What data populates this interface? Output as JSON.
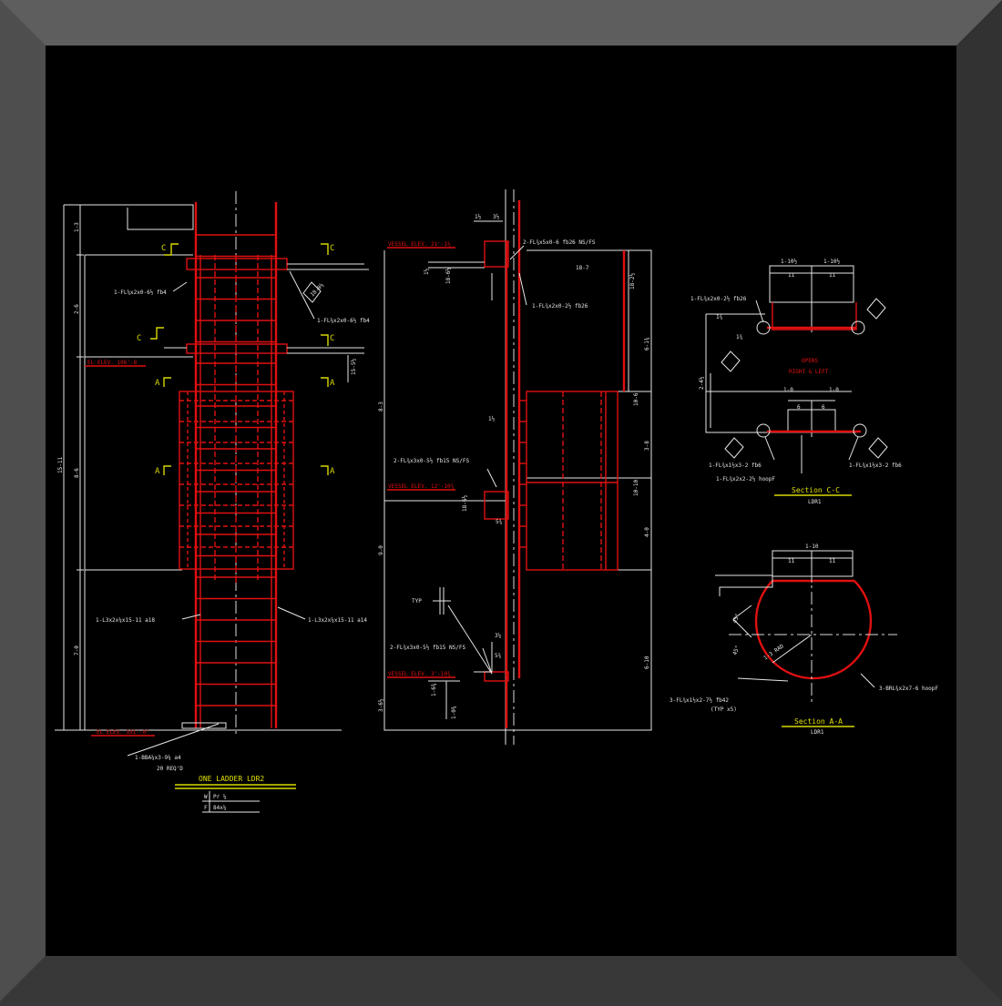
{
  "colors": {
    "frame_light": "#5a5a5a",
    "frame_dark": "#2f2f2f",
    "bg": "#000000",
    "red": "#e01010",
    "white": "#e6e6e6",
    "yellow": "#d8d800"
  },
  "elevation": {
    "elev_top": "EL ELEV. 106'-8",
    "elev_bottom": "EL ELEV. 101'-0\"",
    "dims_left": [
      "1-3",
      "2-6",
      "15-11",
      "8-6",
      "7-0"
    ],
    "dim_small": "15-5½",
    "sec_c": "C",
    "sec_a": "A",
    "note_1": "1-FL¼x2x0-6½ fb4",
    "note_2": "1-FL¼x2x0-6½ fb4",
    "note_3": "1-L3x2x¼x15-11 a18",
    "note_4": "1-L3x2x¼x15-11 a14",
    "note_5": "1-BBA¼x3-9¼ a4",
    "note_6": "20 REQ'D",
    "dim_tag": "18-0½",
    "title": "ONE LADDER LDR2",
    "tb_r1a": "W",
    "tb_r1b": "Pr ¼",
    "tb_r2a": "F",
    "tb_r2b": "84x¼"
  },
  "side": {
    "elev_1": "VESSEL ELEV. 21'-1½",
    "elev_2": "VESSEL ELEV. 12'-10¾",
    "elev_3": "VESSEL ELEV. 3'-10¾",
    "note_a": "2-FL¾x5x0-6 fb26 NS/FS",
    "note_b": "1-FL¾x2x0-2½ fb26",
    "note_c": "2-FL¾x3x0-5½ fb15 NS/FS",
    "note_d": "2-FL¾x3x0-5½ fb15 NS/FS",
    "typ": "TYP",
    "dims_left": [
      "8-3",
      "9-0",
      "3-6½"
    ],
    "dims_right": [
      "18-2½",
      "6-1¾",
      "10-6",
      "3-8",
      "10-10",
      "4-0",
      "6-10"
    ],
    "d_top": [
      "1½",
      "3½",
      "18-7",
      "1½",
      "18-6½"
    ],
    "d_mid": [
      "1½",
      "18-6½",
      "5¾"
    ],
    "d_low": [
      "3¼",
      "5¾",
      "1-6¾",
      "1-0¾"
    ]
  },
  "section_c": {
    "top_dims": [
      "1-10½",
      "1-10½",
      "11",
      "11"
    ],
    "note_1": "1-FL¾x2x0-2½ fb26",
    "tag_1": "1¾",
    "tag_2": "1¾",
    "tag_3": "2-4½",
    "open_1": "OPENS",
    "open_2": "RIGHT & LEFT",
    "mid_dims": [
      "1-0",
      "1-0",
      "6",
      "6"
    ],
    "note_2": "1-FL¾x1½x3-2 fb6",
    "note_3": "1-FL¾x2x2-2½ hoopF",
    "note_4": "1-FL¾x1½x3-2 fb6",
    "title": "Section C-C",
    "sub": "LDR1"
  },
  "section_a": {
    "top_dims": [
      "1-10",
      "11",
      "11"
    ],
    "radius": "1-3 RAD",
    "angle_1": "45°",
    "angle_2": "45°",
    "note_1": "3-FL¾x1½x2-7½ fb42",
    "note_1b": "(TYP x5)",
    "note_2": "3-BRL¾x2x7-6 hoopF",
    "title": "Section A-A",
    "sub": "LDR1"
  }
}
